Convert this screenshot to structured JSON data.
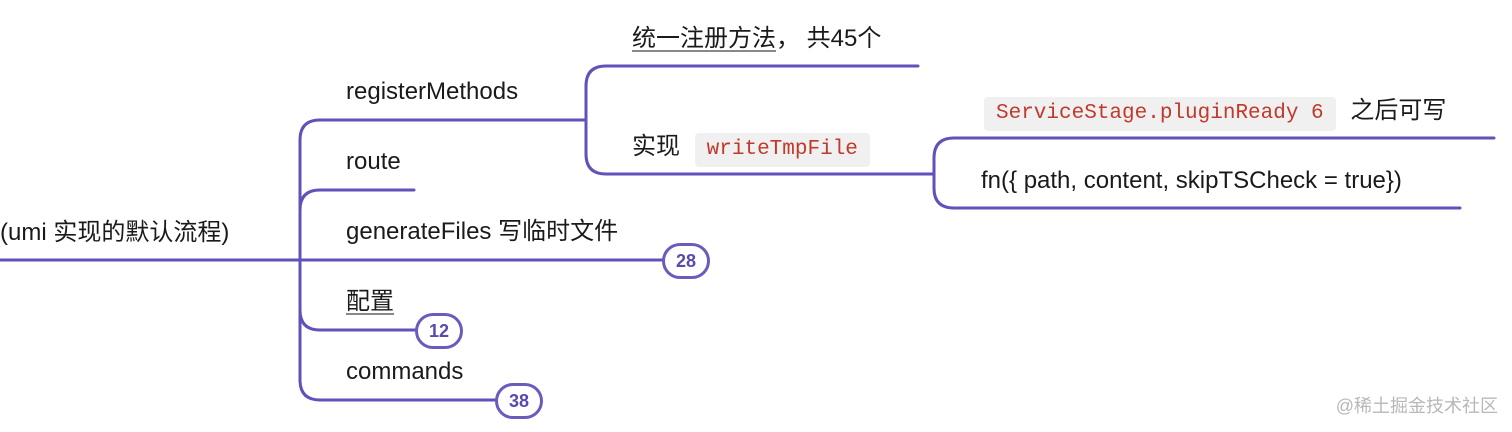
{
  "root": {
    "label": "(umi 实现的默认流程)"
  },
  "branches": [
    {
      "label": "registerMethods"
    },
    {
      "label": "route"
    },
    {
      "label": "generateFiles 写临时文件",
      "badge": "28"
    },
    {
      "label": "配置",
      "badge": "12"
    },
    {
      "label": "commands",
      "badge": "38"
    }
  ],
  "register_children": {
    "unified": {
      "link": "统一注册方法",
      "rest": "， 共45个"
    },
    "implement": {
      "prefix": "实现",
      "code": "writeTmpFile"
    }
  },
  "write_children": {
    "stage": {
      "code": "ServiceStage.pluginReady 6",
      "suffix": "之后可写"
    },
    "signature": {
      "label": "fn({ path, content, skipTSCheck = true})"
    }
  },
  "watermark": "@稀土掘金技术社区",
  "colors": {
    "connector": "#5f52b8",
    "badge_border": "#6b5bbf",
    "code_text": "#c0392b",
    "code_bg": "#f0f0f0"
  }
}
